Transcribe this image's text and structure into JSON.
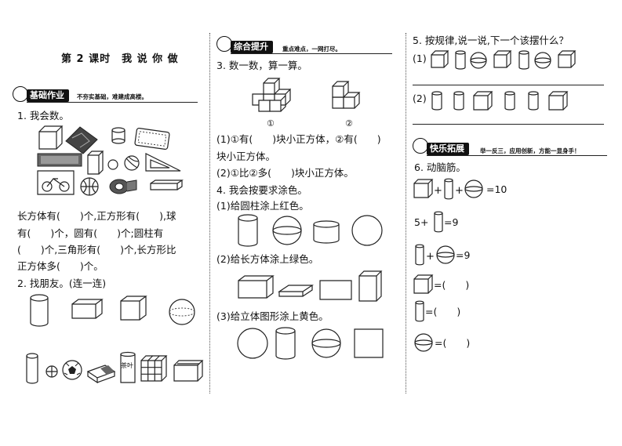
{
  "lesson": {
    "title": "第 2 课时　我 说 你 做"
  },
  "sections": {
    "basic": {
      "label": "基础作业",
      "slogan": "不夯实基础，难建成高楼。"
    },
    "comprehensive": {
      "label": "综合提升",
      "slogan": "重点难点，一网打尽。"
    },
    "fun": {
      "label": "快乐拓展",
      "slogan": "举一反三，应用创新，方能一显身手！"
    }
  },
  "q1": {
    "title": "1. 我会数。",
    "lines": [
      "长方体有(　　)个,正方形有(　　),球",
      "有(　　)个，圆有(　　)个;圆柱有",
      "(　　)个,三角形有(　　)个,长方形比",
      "正方体多(　　)个。"
    ]
  },
  "q2": {
    "title": "2. 找朋友。(连一连)",
    "tea_label": "茶叶"
  },
  "q3": {
    "title": "3. 数一数，算一算。",
    "fig1": "①",
    "fig2": "②",
    "lines": [
      "(1)①有(　　)块小正方体，②有(　　)",
      "块小正方体。",
      "(2)①比②多(　　)块小正方体。"
    ]
  },
  "q4": {
    "title": "4. 我会按要求涂色。",
    "sub1": "(1)给圆柱涂上红色。",
    "sub2": "(2)给长方体涂上绿色。",
    "sub3": "(3)给立体图形涂上黄色。"
  },
  "q5": {
    "title": "5. 按规律,说一说,下一个该摆什么？",
    "row1_label": "(1)",
    "row2_label": "(2)"
  },
  "q6": {
    "title": "6. 动脑筋。",
    "eq1_result": "=10",
    "eq2_prefix": "5+",
    "eq2_result": "=9",
    "eq3_result": "=9",
    "eq4_answer": "=(　　)",
    "eq5_answer": "=(　　)",
    "eq6_answer": "=(　　)"
  }
}
